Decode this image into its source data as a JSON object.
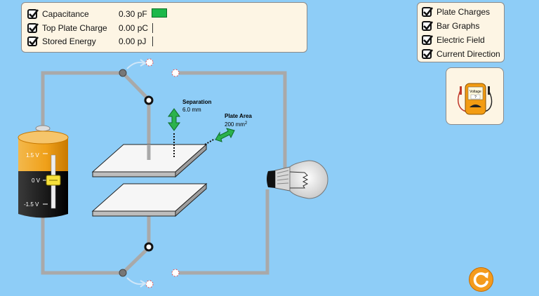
{
  "measurements": {
    "rows": [
      {
        "label": "Capacitance",
        "value": "0.30 pF"
      },
      {
        "label": "Top Plate Charge",
        "value": "0.00 pC"
      },
      {
        "label": "Stored Energy",
        "value": "0.00 pJ"
      }
    ],
    "capacitance_bar_fraction": 0.35
  },
  "view_options": {
    "items": [
      {
        "label": "Plate Charges",
        "checked": true
      },
      {
        "label": "Bar Graphs",
        "checked": true
      },
      {
        "label": "Electric Field",
        "checked": true
      },
      {
        "label": "Current Direction",
        "checked": true
      }
    ]
  },
  "voltmeter": {
    "label": "Voltage",
    "readout": "?"
  },
  "battery": {
    "labels": [
      "1.5 V",
      "0 V",
      "-1.5 V"
    ],
    "level": 0
  },
  "separation": {
    "label": "Separation",
    "value": "6.0 mm"
  },
  "plate_area": {
    "label": "Plate Area",
    "value": "200 mm",
    "unit_exponent": "2"
  },
  "colors": {
    "background": "#8ecdf7",
    "panel": "#fdf5e4",
    "capacitance_bar": "#1cb84a",
    "arrow": "#2bb24c",
    "battery_top": "#f0a11a",
    "battery_body": "#1d1d1d",
    "wire": "#a9a9a9",
    "reset": "#f49b1e"
  },
  "icons": {
    "reset": "reset-icon",
    "checkbox": "checkmark-icon"
  }
}
